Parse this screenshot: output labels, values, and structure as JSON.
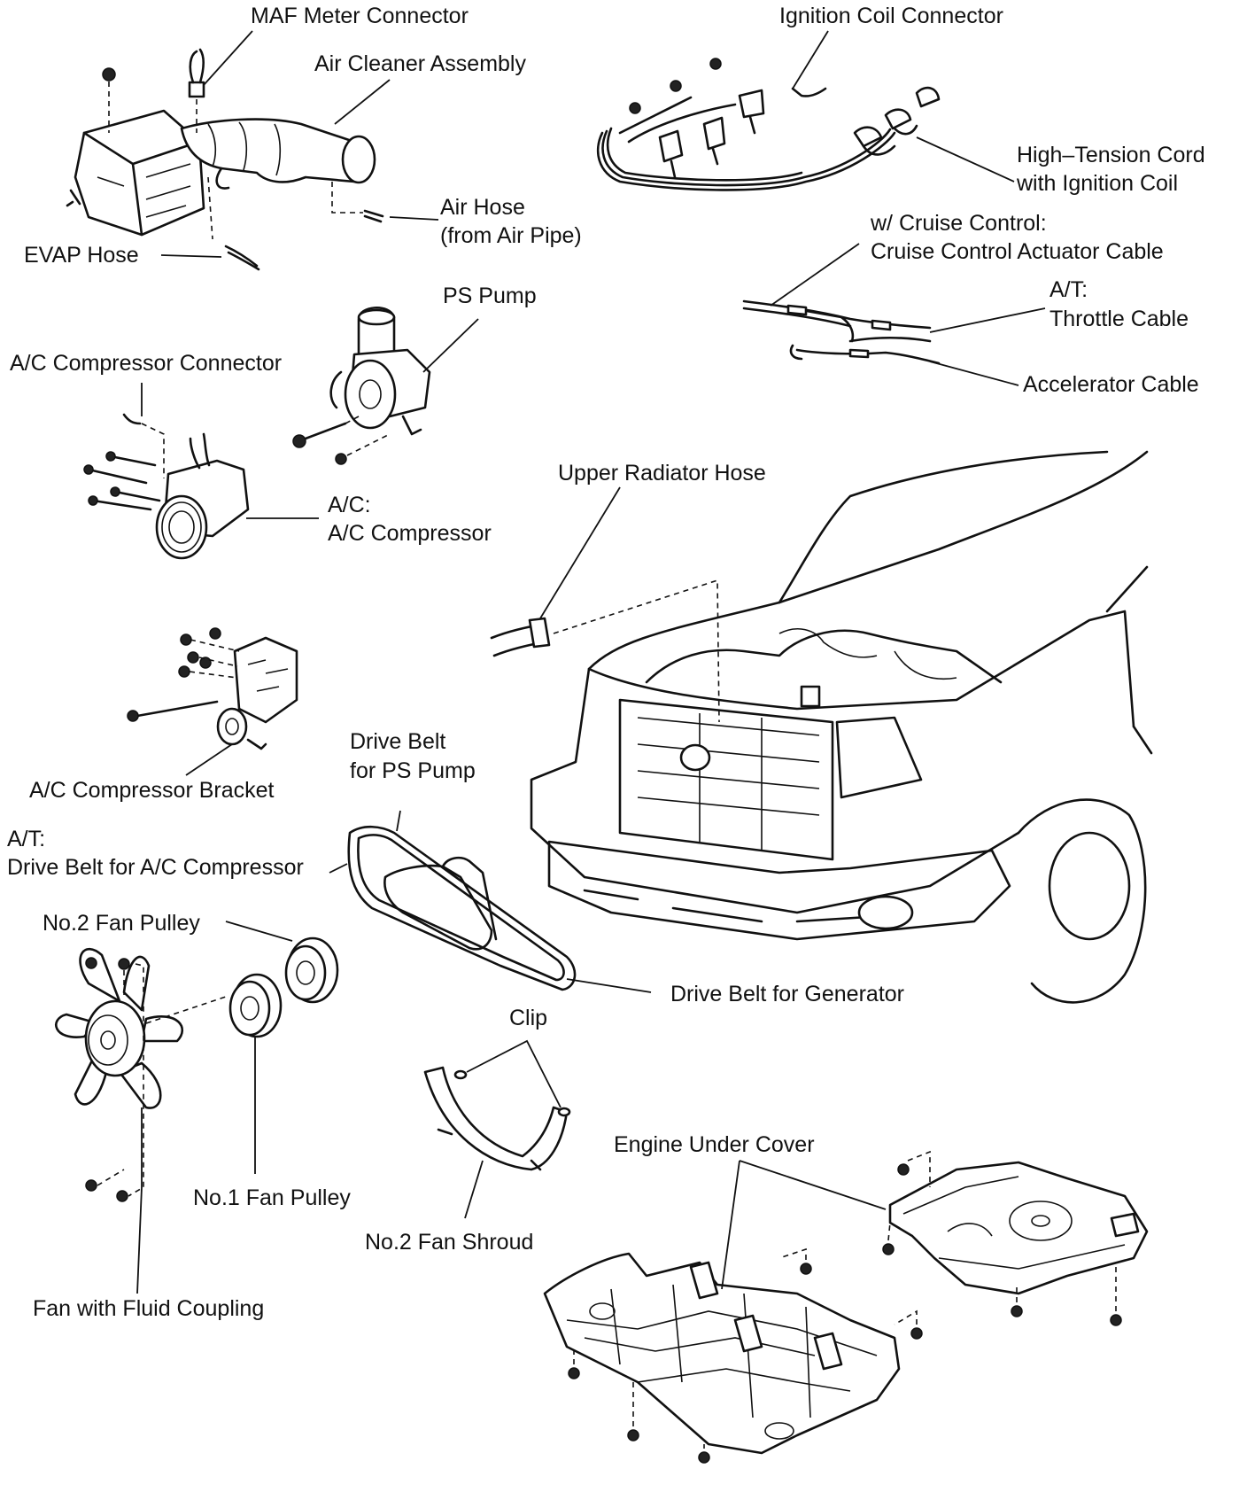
{
  "labels": {
    "maf_meter_connector": "MAF Meter Connector",
    "air_cleaner_assembly": "Air Cleaner Assembly",
    "ignition_coil_connector": "Ignition Coil Connector",
    "high_tension_cord_1": "High–Tension Cord",
    "high_tension_cord_2": "with Ignition Coil",
    "air_hose_1": "Air Hose",
    "air_hose_2": "(from Air Pipe)",
    "evap_hose": "EVAP Hose",
    "cruise_control_1": "w/ Cruise Control:",
    "cruise_control_2": "Cruise Control Actuator Cable",
    "ps_pump": "PS Pump",
    "at_throttle_1": "A/T:",
    "at_throttle_2": "Throttle Cable",
    "ac_compressor_connector": "A/C Compressor Connector",
    "accelerator_cable": "Accelerator Cable",
    "upper_radiator_hose": "Upper Radiator Hose",
    "ac_compressor_1": "A/C:",
    "ac_compressor_2": "A/C Compressor",
    "drive_belt_ps_1": "Drive Belt",
    "drive_belt_ps_2": "for PS Pump",
    "ac_compressor_bracket": "A/C Compressor Bracket",
    "drive_belt_ac_1": "A/T:",
    "drive_belt_ac_2": "Drive Belt for A/C Compressor",
    "no2_fan_pulley": "No.2 Fan Pulley",
    "drive_belt_generator": "Drive Belt for Generator",
    "clip": "Clip",
    "engine_under_cover": "Engine Under Cover",
    "no1_fan_pulley": "No.1 Fan Pulley",
    "no2_fan_shroud": "No.2 Fan Shroud",
    "fan_with_fluid_coupling": "Fan with Fluid Coupling"
  }
}
